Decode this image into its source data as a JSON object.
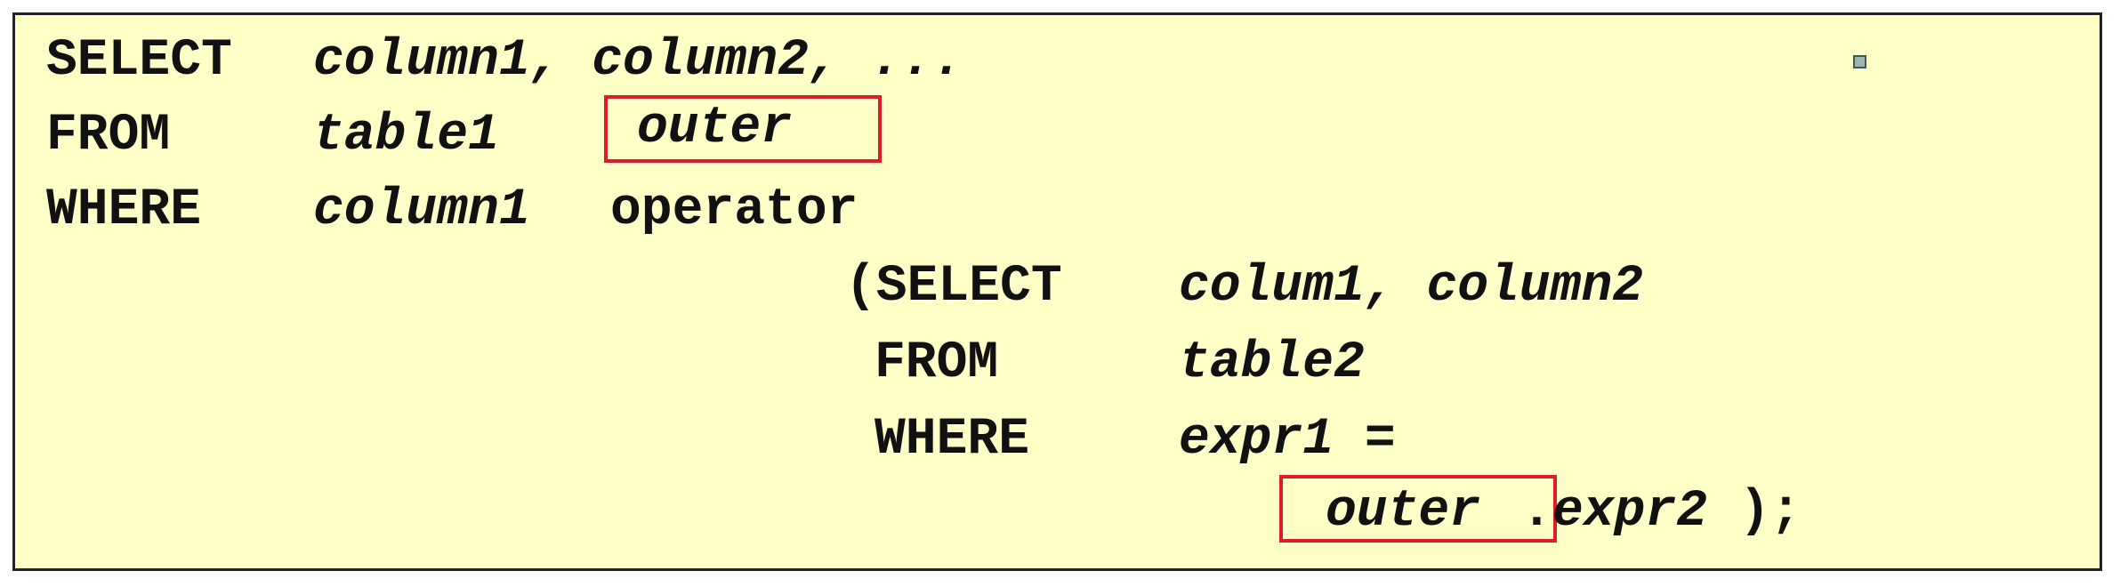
{
  "code": {
    "select_kw": "SELECT",
    "select_cols": "column1, column2, ...",
    "from_kw": "FROM",
    "from_table": "table1",
    "outer_alias": "outer",
    "where_kw": "WHERE",
    "where_col": "column1",
    "operator": "operator",
    "sub_select_kw": "(SELECT",
    "sub_select_cols": "colum1, column2",
    "sub_from_kw": "FROM",
    "sub_from_table": "table2",
    "sub_where_kw": "WHERE",
    "sub_where_expr": "expr1 =",
    "outer_ref": "outer",
    "dot": ".",
    "expr2": "expr2",
    "closing": ");"
  },
  "colors": {
    "background": "#ffffc8",
    "highlight_box": "#e01b2b",
    "text": "#111111"
  }
}
